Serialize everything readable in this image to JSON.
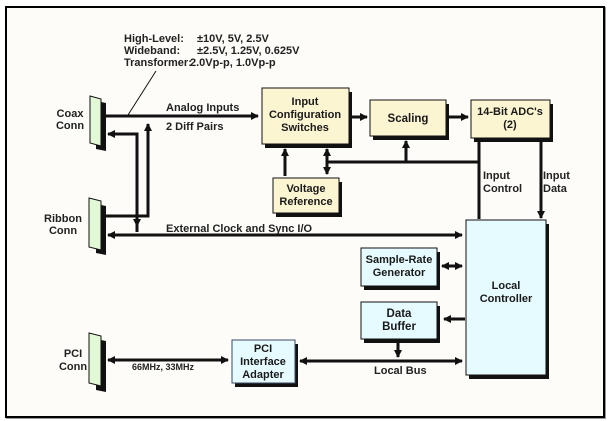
{
  "colors": {
    "yellow_block": "#fcf5d2",
    "blue_block": "#e6fbff",
    "green_connector": "#e3f8d6",
    "line": "#111111",
    "background": "#fdfcf8"
  },
  "input_ranges": {
    "rows": [
      {
        "label": "High-Level:",
        "value": "±10V, 5V, 2.5V"
      },
      {
        "label": "Wideband:",
        "value": "±2.5V, 1.25V, 0.625V"
      },
      {
        "label": "Transformer:",
        "value": "2.0Vp-p, 1.0Vp-p"
      }
    ]
  },
  "connectors": {
    "coax": {
      "line1": "Coax",
      "line2": "Conn"
    },
    "ribbon": {
      "line1": "Ribbon",
      "line2": "Conn"
    },
    "pci": {
      "line1": "PCI",
      "line2": "Conn"
    }
  },
  "blocks": {
    "input_config": {
      "line1": "Input",
      "line2": "Configuration",
      "line3": "Switches"
    },
    "scaling": {
      "line1": "Scaling"
    },
    "adc": {
      "line1": "14-Bit ADC's",
      "line2": "(2)"
    },
    "voltage_ref": {
      "line1": "Voltage",
      "line2": "Reference"
    },
    "sample_rate": {
      "line1": "Sample-Rate",
      "line2": "Generator"
    },
    "data_buffer": {
      "line1": "Data",
      "line2": "Buffer"
    },
    "local_controller": {
      "line1": "Local",
      "line2": "Controller"
    },
    "pci_adapter": {
      "line1": "PCI",
      "line2": "Interface",
      "line3": "Adapter"
    }
  },
  "signals": {
    "analog_inputs": "Analog Inputs",
    "diff_pairs": "2 Diff Pairs",
    "ext_clock": "External Clock and Sync I/O",
    "input_control_1": "Input",
    "input_control_2": "Control",
    "input_data_1": "Input",
    "input_data_2": "Data",
    "pci_speed": "66MHz, 33MHz",
    "local_bus": "Local Bus"
  }
}
